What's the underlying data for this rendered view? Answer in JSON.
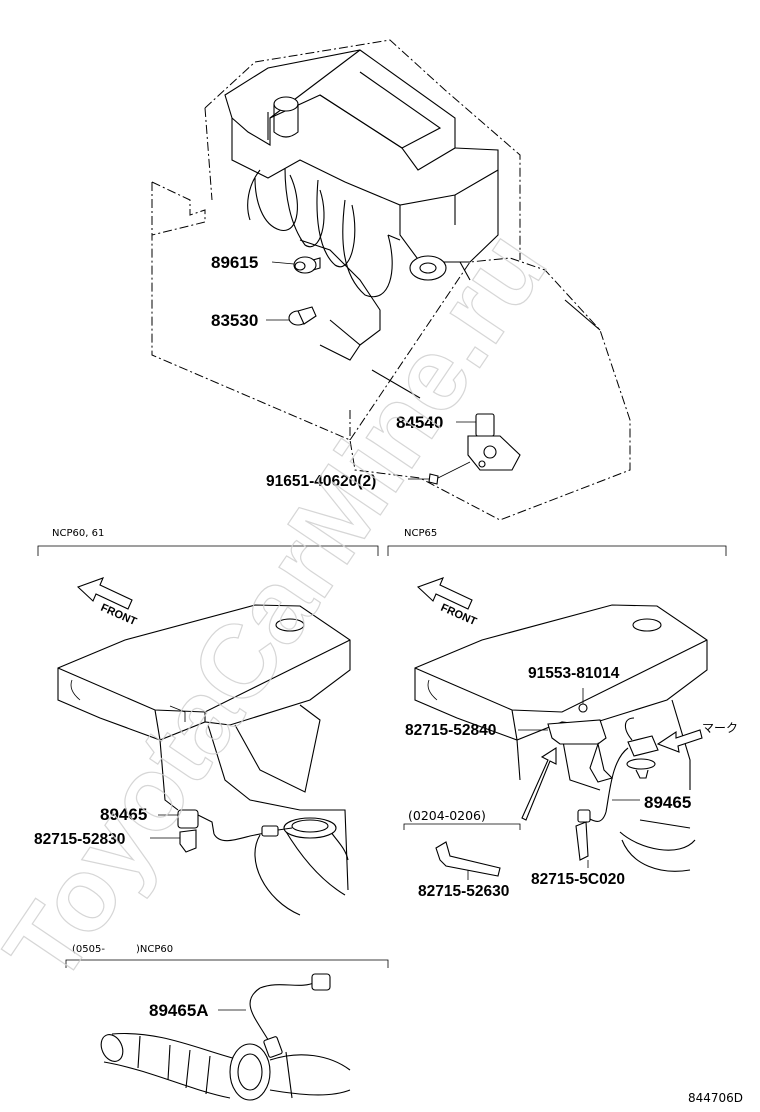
{
  "watermark": "ToyotaCarMine.ru",
  "drawing_code": "844706D",
  "top": {
    "parts": {
      "p89615": "89615",
      "p83530": "83530",
      "p84540": "84540",
      "p91651": "91651-40620(2)"
    }
  },
  "left_panel": {
    "header": "NCP60, 61",
    "front": "FRONT",
    "parts": {
      "p89465": "89465",
      "p82715_52830": "82715-52830"
    }
  },
  "right_panel": {
    "header": "NCP65",
    "front": "FRONT",
    "mark_label": "マーク",
    "date_range": "(0204-0206)",
    "parts": {
      "p91553": "91553-81014",
      "p82715_52840": "82715-52840",
      "p89465": "89465",
      "p82715_52630": "82715-52630",
      "p82715_5c020": "82715-5C020"
    }
  },
  "bottom_panel": {
    "header_range": "(0505-",
    "header_model": ")NCP60",
    "parts": {
      "p89465a": "89465A"
    }
  }
}
